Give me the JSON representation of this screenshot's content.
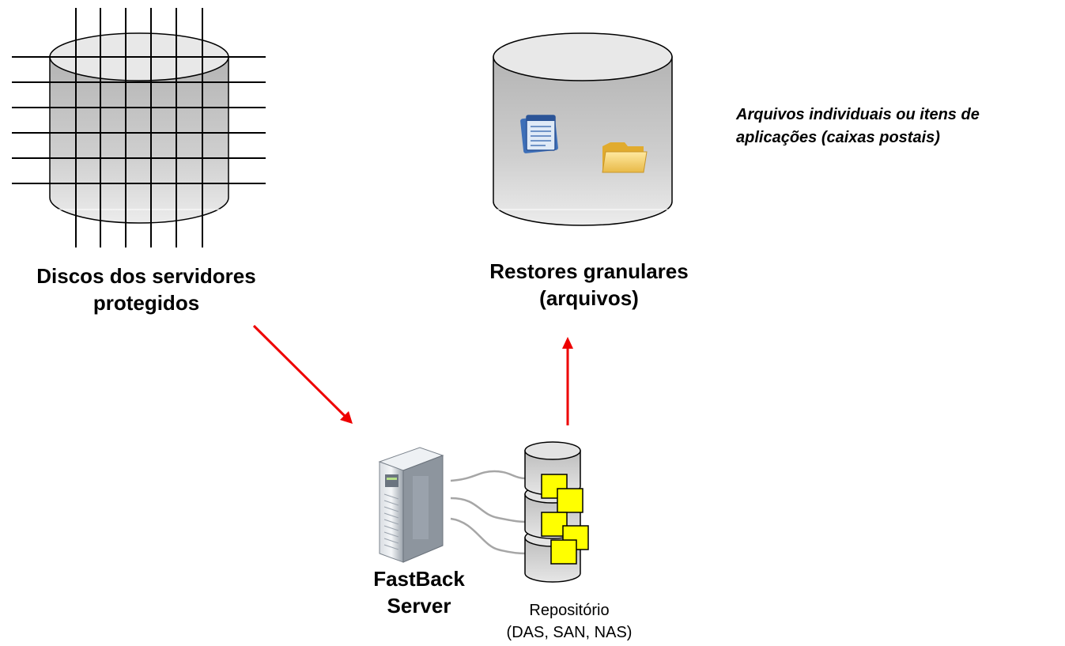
{
  "labels": {
    "protected_disks": [
      "Discos dos servidores",
      "protegidos"
    ],
    "granular_restores": [
      "Restores granulares",
      "(arquivos)"
    ],
    "note": [
      "Arquivos individuais ou itens de",
      "aplicações (caixas postais)"
    ],
    "server": [
      "FastBack",
      "Server"
    ],
    "repository": [
      "Repositório",
      "(DAS, SAN, NAS)"
    ]
  },
  "colors": {
    "arrow": "#ee0000",
    "cylinder_fill": "#c4c4c4",
    "sticky_note": "#ffff00"
  },
  "icons": [
    "grid-lines-icon",
    "document-icon",
    "folder-icon",
    "server-tower-icon",
    "sticky-note-icon"
  ]
}
